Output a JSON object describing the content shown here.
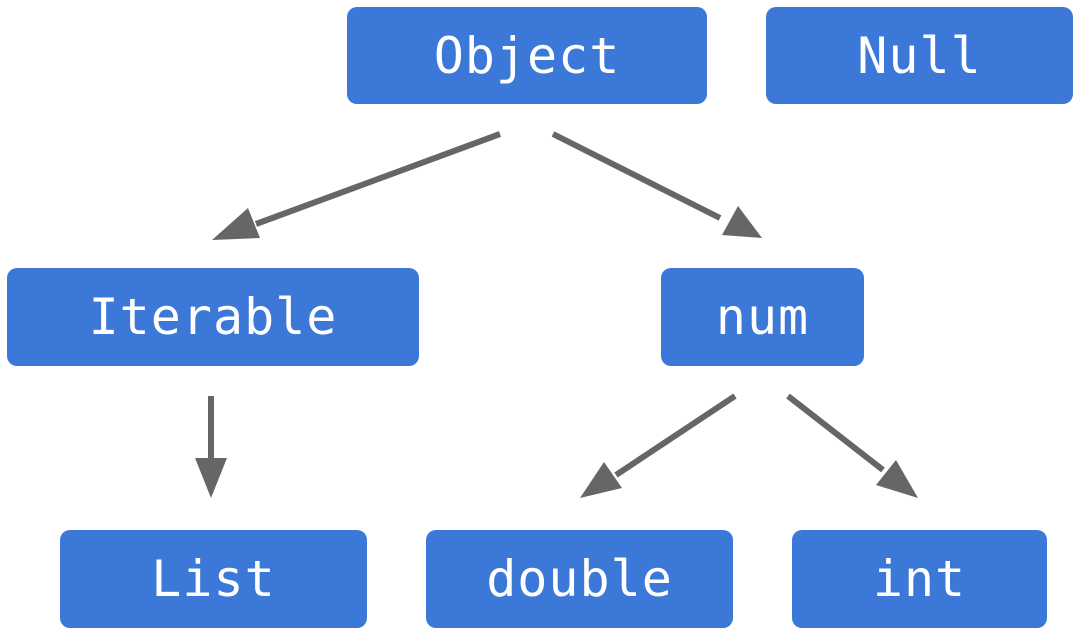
{
  "diagram": {
    "nodes": {
      "object": "Object",
      "null": "Null",
      "iterable": "Iterable",
      "num": "num",
      "list": "List",
      "double": "double",
      "int": "int"
    },
    "edges": [
      {
        "from": "Object",
        "to": "Iterable"
      },
      {
        "from": "Object",
        "to": "num"
      },
      {
        "from": "Iterable",
        "to": "List"
      },
      {
        "from": "num",
        "to": "double"
      },
      {
        "from": "num",
        "to": "int"
      }
    ]
  },
  "colors": {
    "node_fill": "#3c78d8",
    "node_text": "#ffffff",
    "arrow": "#666666"
  }
}
